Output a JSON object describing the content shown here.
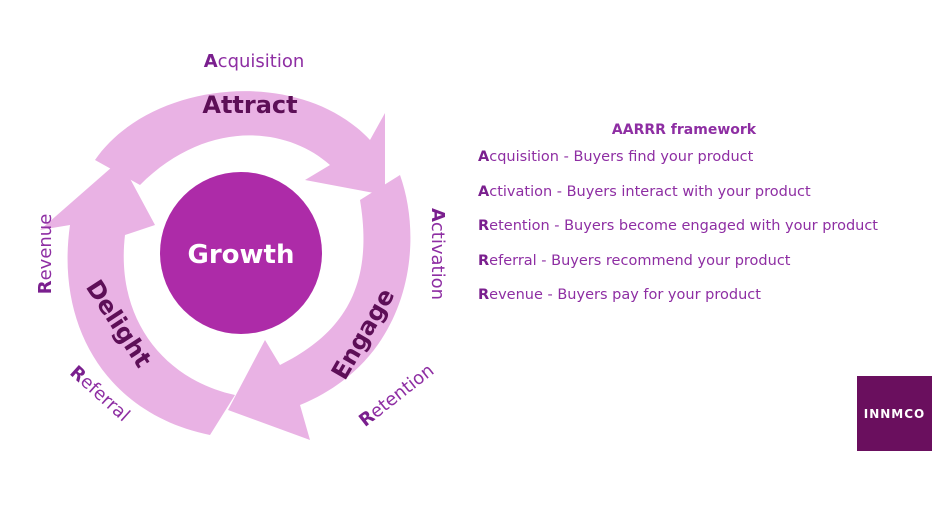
{
  "diagram": {
    "center_label": "Growth",
    "stages": [
      {
        "name": "Attract"
      },
      {
        "name": "Engage"
      },
      {
        "name": "Delight"
      }
    ],
    "metrics": [
      {
        "initial": "A",
        "rest": "cquisition"
      },
      {
        "initial": "A",
        "rest": "ctivation"
      },
      {
        "initial": "R",
        "rest": "etention"
      },
      {
        "initial": "R",
        "rest": "eferral"
      },
      {
        "initial": "R",
        "rest": "evenue"
      }
    ]
  },
  "framework": {
    "title": "AARRR framework",
    "items": [
      {
        "initial": "A",
        "rest": "cquisition - Buyers find your product"
      },
      {
        "initial": "A",
        "rest": "ctivation - Buyers interact with your product"
      },
      {
        "initial": "R",
        "rest": "etention - Buyers become engaged with your product"
      },
      {
        "initial": "R",
        "rest": "eferral - Buyers recommend your product"
      },
      {
        "initial": "R",
        "rest": "evenue - Buyers pay for your product"
      }
    ]
  },
  "logo": {
    "text": "INNMCO"
  },
  "colors": {
    "arrow": "#e9b2e4",
    "circle": "#ad2ba8",
    "text": "#8e2ea3",
    "dark_text": "#5d0f57",
    "logo_bg": "#6a0f5e"
  }
}
